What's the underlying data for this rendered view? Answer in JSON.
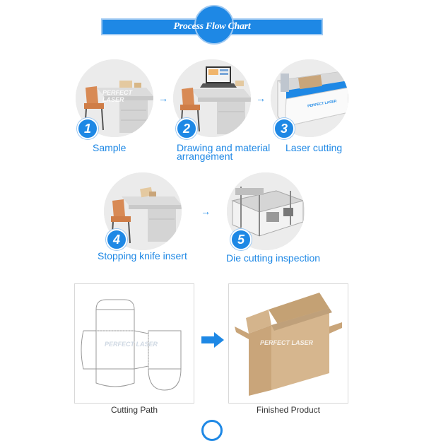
{
  "header": {
    "title": "Process Flow Chart"
  },
  "steps": [
    {
      "number": "1",
      "label": "Sample"
    },
    {
      "number": "2",
      "label_line1": "Drawing and material",
      "label_line2": "arrangement"
    },
    {
      "number": "3",
      "label": "Laser cutting"
    },
    {
      "number": "4",
      "label": "Stopping knife insert"
    },
    {
      "number": "5",
      "label": "Die cutting inspection"
    }
  ],
  "watermark": "PERFECT LASER",
  "machine_brand": "PERFECT LASER",
  "bottom": {
    "left_caption": "Cutting Path",
    "right_caption": "Finished Product"
  },
  "colors": {
    "accent": "#1e88e5",
    "desk": "#d9dadb",
    "chair": "#d88a55",
    "kraft": "#c9a57a"
  }
}
